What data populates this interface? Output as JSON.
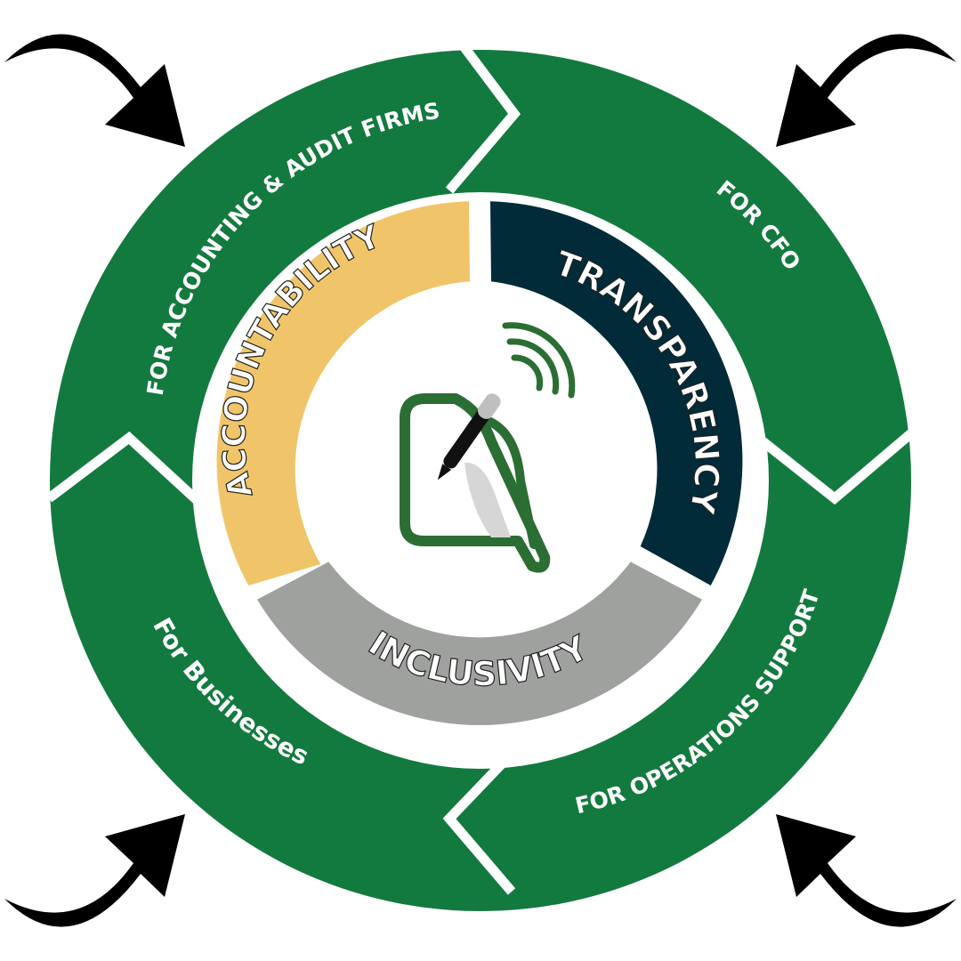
{
  "outer_segments": [
    {
      "id": "accounting",
      "label": "FOR ACCOUNTING & AUDIT FIRMS"
    },
    {
      "id": "cfo",
      "label": "FOR CFO"
    },
    {
      "id": "operations",
      "label": "FOR OPERATIONS SUPPORT"
    },
    {
      "id": "businesses",
      "label": "For Businesses"
    }
  ],
  "inner_segments": [
    {
      "id": "accountability",
      "label": "ACCOUNTABILITY",
      "color": "#f0c56a"
    },
    {
      "id": "transparency",
      "label": "TRANSPARENCY",
      "color": "#012b39"
    },
    {
      "id": "inclusivity",
      "label": "INCLUSIVITY",
      "color": "#9ea19d"
    }
  ],
  "center_icon": "signed-document-icon",
  "colors": {
    "outer_ring": "#137a3f",
    "divider": "#ffffff",
    "arrow": "#000000",
    "icon_green": "#2b6e34"
  }
}
